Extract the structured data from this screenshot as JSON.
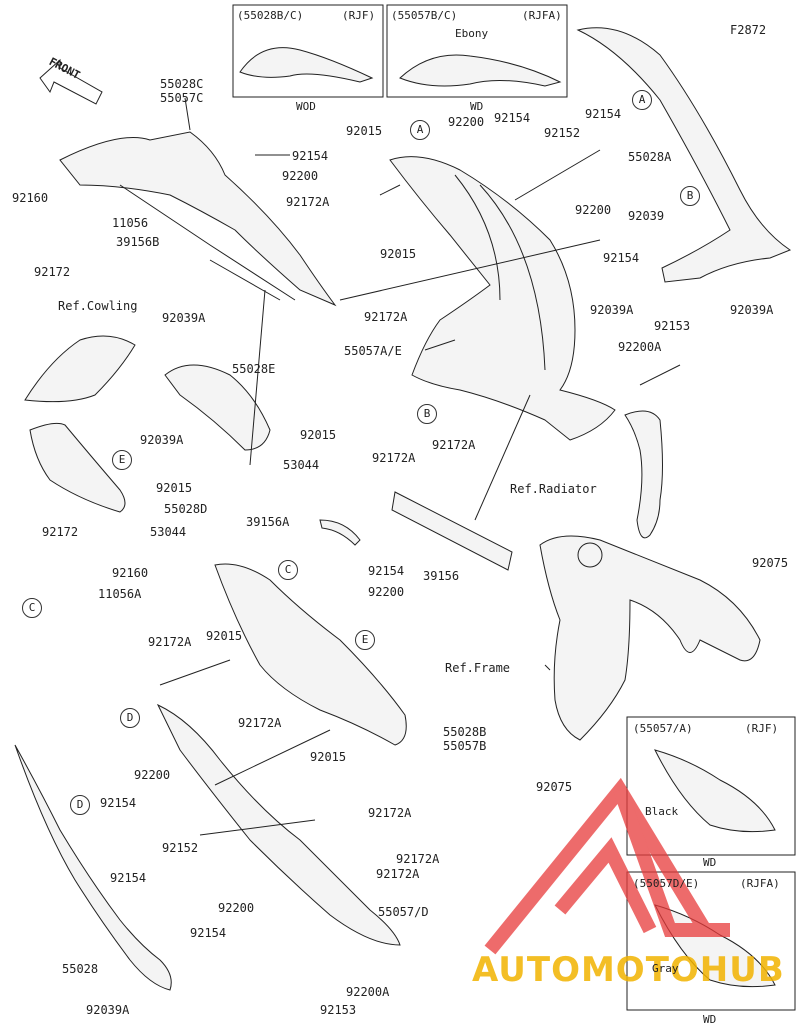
{
  "figure_code": "F2872",
  "front_label": "FRONT",
  "insets": [
    {
      "code": "(55028B/C)",
      "model": "(RJF)",
      "caption": "WOD",
      "color": ""
    },
    {
      "code": "(55057B/C)",
      "model": "(RJFA)",
      "caption": "WD",
      "color": "Ebony"
    },
    {
      "code": "(55057/A)",
      "model": "(RJF)",
      "caption": "WD",
      "color": "Black"
    },
    {
      "code": "(55057D/E)",
      "model": "(RJFA)",
      "caption": "WD",
      "color": "Gray"
    }
  ],
  "refs": {
    "cowling": "Ref.Cowling",
    "radiator": "Ref.Radiator",
    "frame": "Ref.Frame"
  },
  "callouts": [
    "A",
    "A",
    "B",
    "B",
    "C",
    "C",
    "D",
    "D",
    "E",
    "E"
  ],
  "parts": {
    "p55028C": "55028C",
    "p55057C": "55057C",
    "p92160_a": "92160",
    "p11056": "11056",
    "p92172_a": "92172",
    "p39156B": "39156B",
    "p92154_a": "92154",
    "p92200_a": "92200",
    "p92015_a": "92015",
    "p92172A_a": "92172A",
    "pA_label": "A",
    "p92200_b": "92200",
    "p92154_b": "92154",
    "p92152_a": "92152",
    "p92154_c": "92154",
    "p55028A": "55028A",
    "p92039": "92039",
    "p92200_c": "92200",
    "p92015_b": "92015",
    "p92154_d": "92154",
    "p92172A_b": "92172A",
    "p92039A_a": "92039A",
    "p92039A_b": "92039A",
    "p92153_a": "92153",
    "p55057AE": "55057A/E",
    "p92200A_a": "92200A",
    "p92172_b": "92172A",
    "p92172A_c": "92172A",
    "p92039A_c": "92039A",
    "p55028E": "55028E",
    "p92039A_d": "92039A",
    "p92015_c": "92015",
    "p53044_a": "53044",
    "p92015_d": "92015",
    "p55028D": "55028D",
    "p53044_b": "53044",
    "p92172_c": "92172",
    "p92160_b": "92160",
    "p11056A": "11056A",
    "p39156A": "39156A",
    "p39156": "39156",
    "p92154_e": "92154",
    "p92200_d": "92200",
    "p92075_a": "92075",
    "p92075_b": "92075",
    "p92172A_d": "92172A",
    "p92015_e": "92015",
    "p92172A_e": "92172A",
    "p92200_e": "92200",
    "p92154_f": "92154",
    "p55028B": "55028B",
    "p55057B": "55057B",
    "p92015_f": "92015",
    "p92172A_f": "92172A",
    "p92152_b": "92152",
    "p92154_g": "92154",
    "p92172A_g": "92172A",
    "p92172A_h": "92172A",
    "p92200_f": "92200",
    "p55057D": "55057/D",
    "p92154_h": "92154",
    "p55028": "55028",
    "p92039A_e": "92039A",
    "p92153_b": "92153",
    "p92200A_b": "92200A"
  },
  "watermark": "AUTOMOTOHUB",
  "colors": {
    "ink": "#222222",
    "watermark_red": "#e83a3a",
    "watermark_gold": "#f2b300"
  }
}
